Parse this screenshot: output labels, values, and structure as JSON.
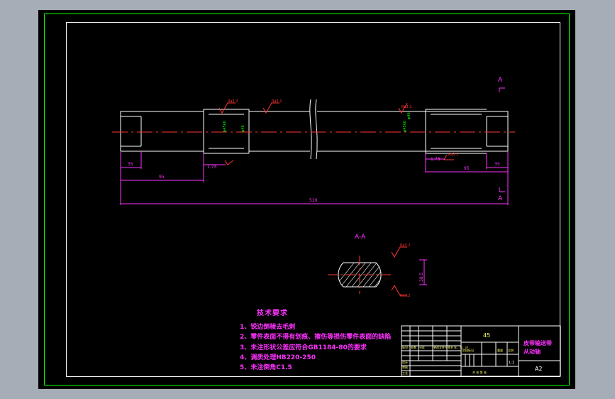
{
  "drawing": {
    "view_labels": {
      "section_marker_top": "A",
      "section_marker_bottom": "A",
      "section_title": "A-A"
    },
    "dimensions": {
      "overall_length": "510",
      "left_step": "95",
      "right_step": "95",
      "left_end": "35",
      "right_end": "35",
      "left_chamfer": "1.73",
      "right_chamfer": "1.73",
      "section_depth": "38.5"
    },
    "roughness": [
      "Ra3.2",
      "Ra3.2",
      "Ra3.2",
      "Ra3.2",
      "Ra3.2",
      "Ra3.2"
    ]
  },
  "tech": {
    "title": "技术要求",
    "items": [
      "1、锐边倒棱去毛刺",
      "2、零件表面不得有划痕、擦伤等损伤零件表面的缺陷",
      "3、未注形状公差应符合GB1184-80的要求",
      "4、调质处理HB220-250",
      "5、未注倒角C1.5"
    ]
  },
  "title_block": {
    "material": "45",
    "part_name_line1": "皮带输送带",
    "part_name_line2": "从动轴",
    "sheet_size": "A2",
    "scale": "1:1",
    "row_labels": [
      "标记",
      "设计",
      "审核",
      "工艺"
    ],
    "header_labels": [
      "处数",
      "分区",
      "更改文件号",
      "签名",
      "年、月、日"
    ],
    "stage_labels": [
      "阶段标记",
      "重量",
      "比例"
    ],
    "sheet_info": "共 张 第 张"
  },
  "colors": {
    "background": "#000000",
    "outline": "#ffffff",
    "dimension": "#ff33ff",
    "center_line": "#ff3333",
    "annotation": "#00ff00",
    "sheet_border": "#00ff00",
    "cad_window": "#a6adb6",
    "roughness_symbol": "#ff3333",
    "material_text": "#ffff66"
  }
}
